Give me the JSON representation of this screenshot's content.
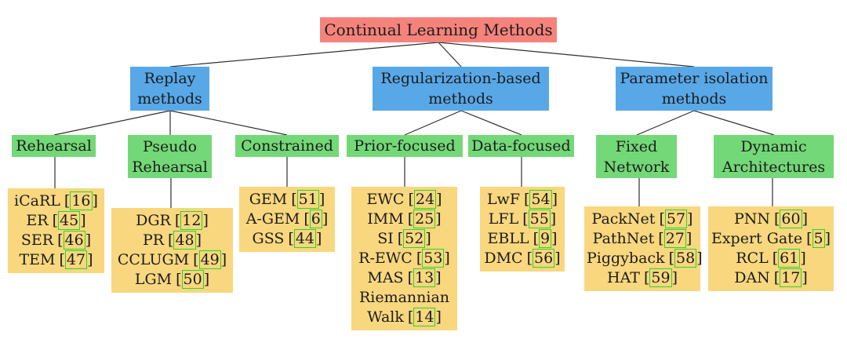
{
  "colors": {
    "root_bg": "#f5837b",
    "branch_bg": "#58a8e8",
    "group_bg": "#73d877",
    "leaf_bg": "#f8d77e",
    "cite_border": "#2bd52b",
    "line_color": "#2e2e2e",
    "text_color": "#1c1c1c"
  },
  "glyphs": {
    "lbracket": "[",
    "rbracket": "]"
  },
  "tree": {
    "root": {
      "label": "Continual Learning Methods"
    },
    "branches": [
      {
        "lines": [
          "Replay",
          "methods"
        ],
        "children": [
          {
            "lines": [
              "Rehearsal"
            ],
            "methods": [
              {
                "name": "iCaRL",
                "cite": "16"
              },
              {
                "name": "ER",
                "cite": "45"
              },
              {
                "name": "SER",
                "cite": "46"
              },
              {
                "name": "TEM",
                "cite": "47"
              }
            ]
          },
          {
            "lines": [
              "Pseudo",
              "Rehearsal"
            ],
            "methods": [
              {
                "name": "DGR",
                "cite": "12"
              },
              {
                "name": "PR",
                "cite": "48"
              },
              {
                "name": "CCLUGM",
                "cite": "49"
              },
              {
                "name": "LGM",
                "cite": "50"
              }
            ]
          },
          {
            "lines": [
              "Constrained"
            ],
            "methods": [
              {
                "name": "GEM",
                "cite": "51"
              },
              {
                "name": "A-GEM",
                "cite": "6"
              },
              {
                "name": "GSS",
                "cite": "44"
              }
            ]
          }
        ]
      },
      {
        "lines": [
          "Regularization-based",
          "methods"
        ],
        "children": [
          {
            "lines": [
              "Prior-focused"
            ],
            "methods": [
              {
                "name": "EWC",
                "cite": "24"
              },
              {
                "name": "IMM",
                "cite": "25"
              },
              {
                "name": "SI",
                "cite": "52"
              },
              {
                "name": "R-EWC",
                "cite": "53"
              },
              {
                "name": "MAS",
                "cite": "13"
              },
              {
                "name": "Riemannian"
              },
              {
                "name": "Walk",
                "cite": "14"
              }
            ]
          },
          {
            "lines": [
              "Data-focused"
            ],
            "methods": [
              {
                "name": "LwF",
                "cite": "54"
              },
              {
                "name": "LFL",
                "cite": "55"
              },
              {
                "name": "EBLL",
                "cite": "9"
              },
              {
                "name": "DMC",
                "cite": "56"
              }
            ]
          }
        ]
      },
      {
        "lines": [
          "Parameter isolation",
          "methods"
        ],
        "children": [
          {
            "lines": [
              "Fixed",
              "Network"
            ],
            "methods": [
              {
                "name": "PackNet",
                "cite": "57"
              },
              {
                "name": "PathNet",
                "cite": "27"
              },
              {
                "name": "Piggyback",
                "cite": "58"
              },
              {
                "name": "HAT",
                "cite": "59"
              }
            ]
          },
          {
            "lines": [
              "Dynamic",
              "Architectures"
            ],
            "methods": [
              {
                "name": "PNN",
                "cite": "60"
              },
              {
                "name": "Expert Gate",
                "cite": "5"
              },
              {
                "name": "RCL",
                "cite": "61"
              },
              {
                "name": "DAN",
                "cite": "17"
              }
            ]
          }
        ]
      }
    ]
  }
}
